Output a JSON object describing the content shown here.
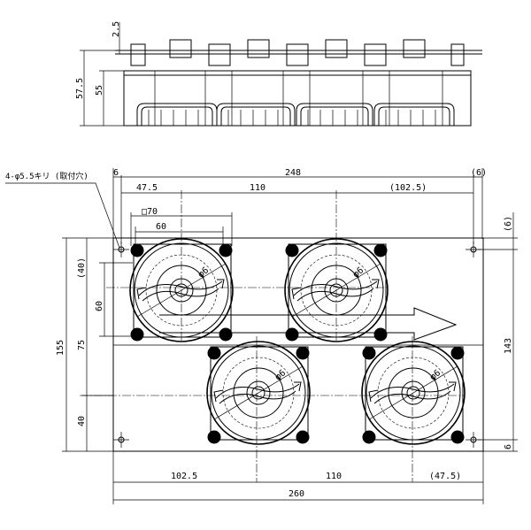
{
  "side_view": {
    "dims": {
      "top_offset": "2.5",
      "height_outer": "57.5",
      "height_inner": "55"
    }
  },
  "plan_view": {
    "hole_note": "4-φ5.5キリ (取付穴)",
    "top_dims": {
      "left_margin": "6",
      "overall": "248",
      "right_margin": "(6)",
      "first": "47.5",
      "pitch": "110",
      "last": "(102.5)"
    },
    "flange": {
      "square": "□70",
      "hole_pitch": "60"
    },
    "left_dims": {
      "overall": "155",
      "top": "(40)",
      "square": "60",
      "middle": "75",
      "bottom": "40"
    },
    "right_dims": {
      "top": "(6)",
      "overall": "143",
      "bottom": "6"
    },
    "bottom_dims": {
      "first": "102.5",
      "pitch": "110",
      "last": "(47.5)",
      "overall": "260"
    },
    "fan_label": "φ6"
  }
}
